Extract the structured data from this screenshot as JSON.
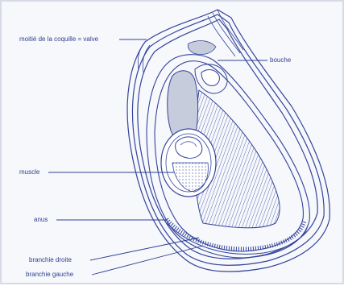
{
  "labels": {
    "valve": "moitié de la coquille = valve",
    "bouche": "bouche",
    "muscle": "muscle",
    "anus": "anus",
    "branchie_droite": "branchie droite",
    "branchie_gauche": "branchie gauche"
  },
  "colors": {
    "ink": "#2d3f8f",
    "line": "#33449a",
    "shade": "#c7ccdc",
    "background": "#f7f8fc"
  }
}
